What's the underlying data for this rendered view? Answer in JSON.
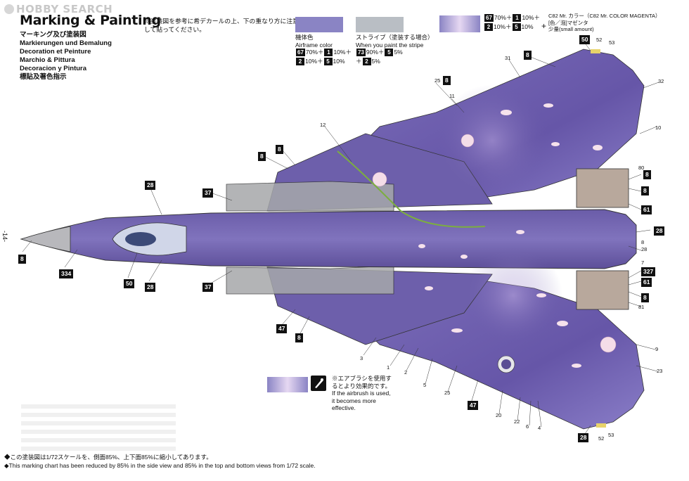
{
  "watermark": "HOBBY SEARCH",
  "header": {
    "title": "Marking & Painting",
    "languages": [
      "マーキング及び塗装図",
      "Markierungen und Bemalung",
      "Decoration et Peinture",
      "Marchio & Pittura",
      "Decoracion y Pintura",
      "標貼及著色指示"
    ],
    "note_jp": "※塗装図を参考に希デカールの上、下の重なり方に注意して貼ってください。"
  },
  "paints": {
    "airframe": {
      "label_jp": "機体色",
      "label_en": "Airframe color",
      "swatch_color": "#8a84c4",
      "mix": [
        {
          "code": "67",
          "pct": "70%"
        },
        {
          "code": "1",
          "pct": "10%"
        },
        {
          "code": "2",
          "pct": "10%"
        },
        {
          "code": "5",
          "pct": "10%"
        }
      ]
    },
    "stripe": {
      "label_jp": "ストライプ（塗装する場合）",
      "label_en": "When you paint the stripe",
      "swatch_color": "#b9bec4",
      "mix": [
        {
          "code": "73",
          "pct": "90%"
        },
        {
          "code": "5",
          "pct": "5%"
        },
        {
          "code": "2",
          "pct": "5%"
        }
      ]
    },
    "gradient": {
      "swatch_color": "#a89ad8",
      "mix": [
        {
          "code": "67",
          "pct": "70%"
        },
        {
          "code": "1",
          "pct": "10%"
        },
        {
          "code": "2",
          "pct": "10%"
        },
        {
          "code": "5",
          "pct": "10%"
        }
      ],
      "plus_label": "C82 Mr. カラー（C82 Mr. COLOR MAGENTA）",
      "plus_label_2": "[色／泡]マゼンタ",
      "plus_label_3": "少量(small amount)"
    }
  },
  "callouts_boxed": [
    "8",
    "8",
    "50",
    "8",
    "28",
    "37",
    "334",
    "50",
    "28",
    "37",
    "47",
    "8",
    "8",
    "8",
    "61",
    "28",
    "327",
    "61",
    "8",
    "28",
    "47",
    "8",
    "8"
  ],
  "callouts_plain": [
    "31",
    "25",
    "11",
    "12",
    "52",
    "53",
    "32",
    "10",
    "80",
    "28",
    "8",
    "7",
    "81",
    "3",
    "1",
    "2",
    "5",
    "25",
    "20",
    "22",
    "6",
    "4",
    "9",
    "23",
    "52",
    "53"
  ],
  "airbrush": {
    "note_jp_1": "※エアブラシを使用す",
    "note_jp_2": "るとより効果的です。",
    "note_en_1": "If the airbrush is used,",
    "note_en_2": "it becomes more",
    "note_en_3": "effective."
  },
  "side_page": "-14-",
  "footer": {
    "line_jp": "◆この塗装図は1/72スケールを、側面85%、上下面85%に縮小してあります。",
    "line_en": "◆This marking chart has been reduced by 85% in the side view and 85% in the top and bottom views from 1/72 scale."
  },
  "colors": {
    "body_dark": "#5a4d94",
    "body_light": "#9b8fd1",
    "pink": "#f3dbe6",
    "grey_panel": "#9fa3a5",
    "stem_green": "#7cae3f"
  }
}
